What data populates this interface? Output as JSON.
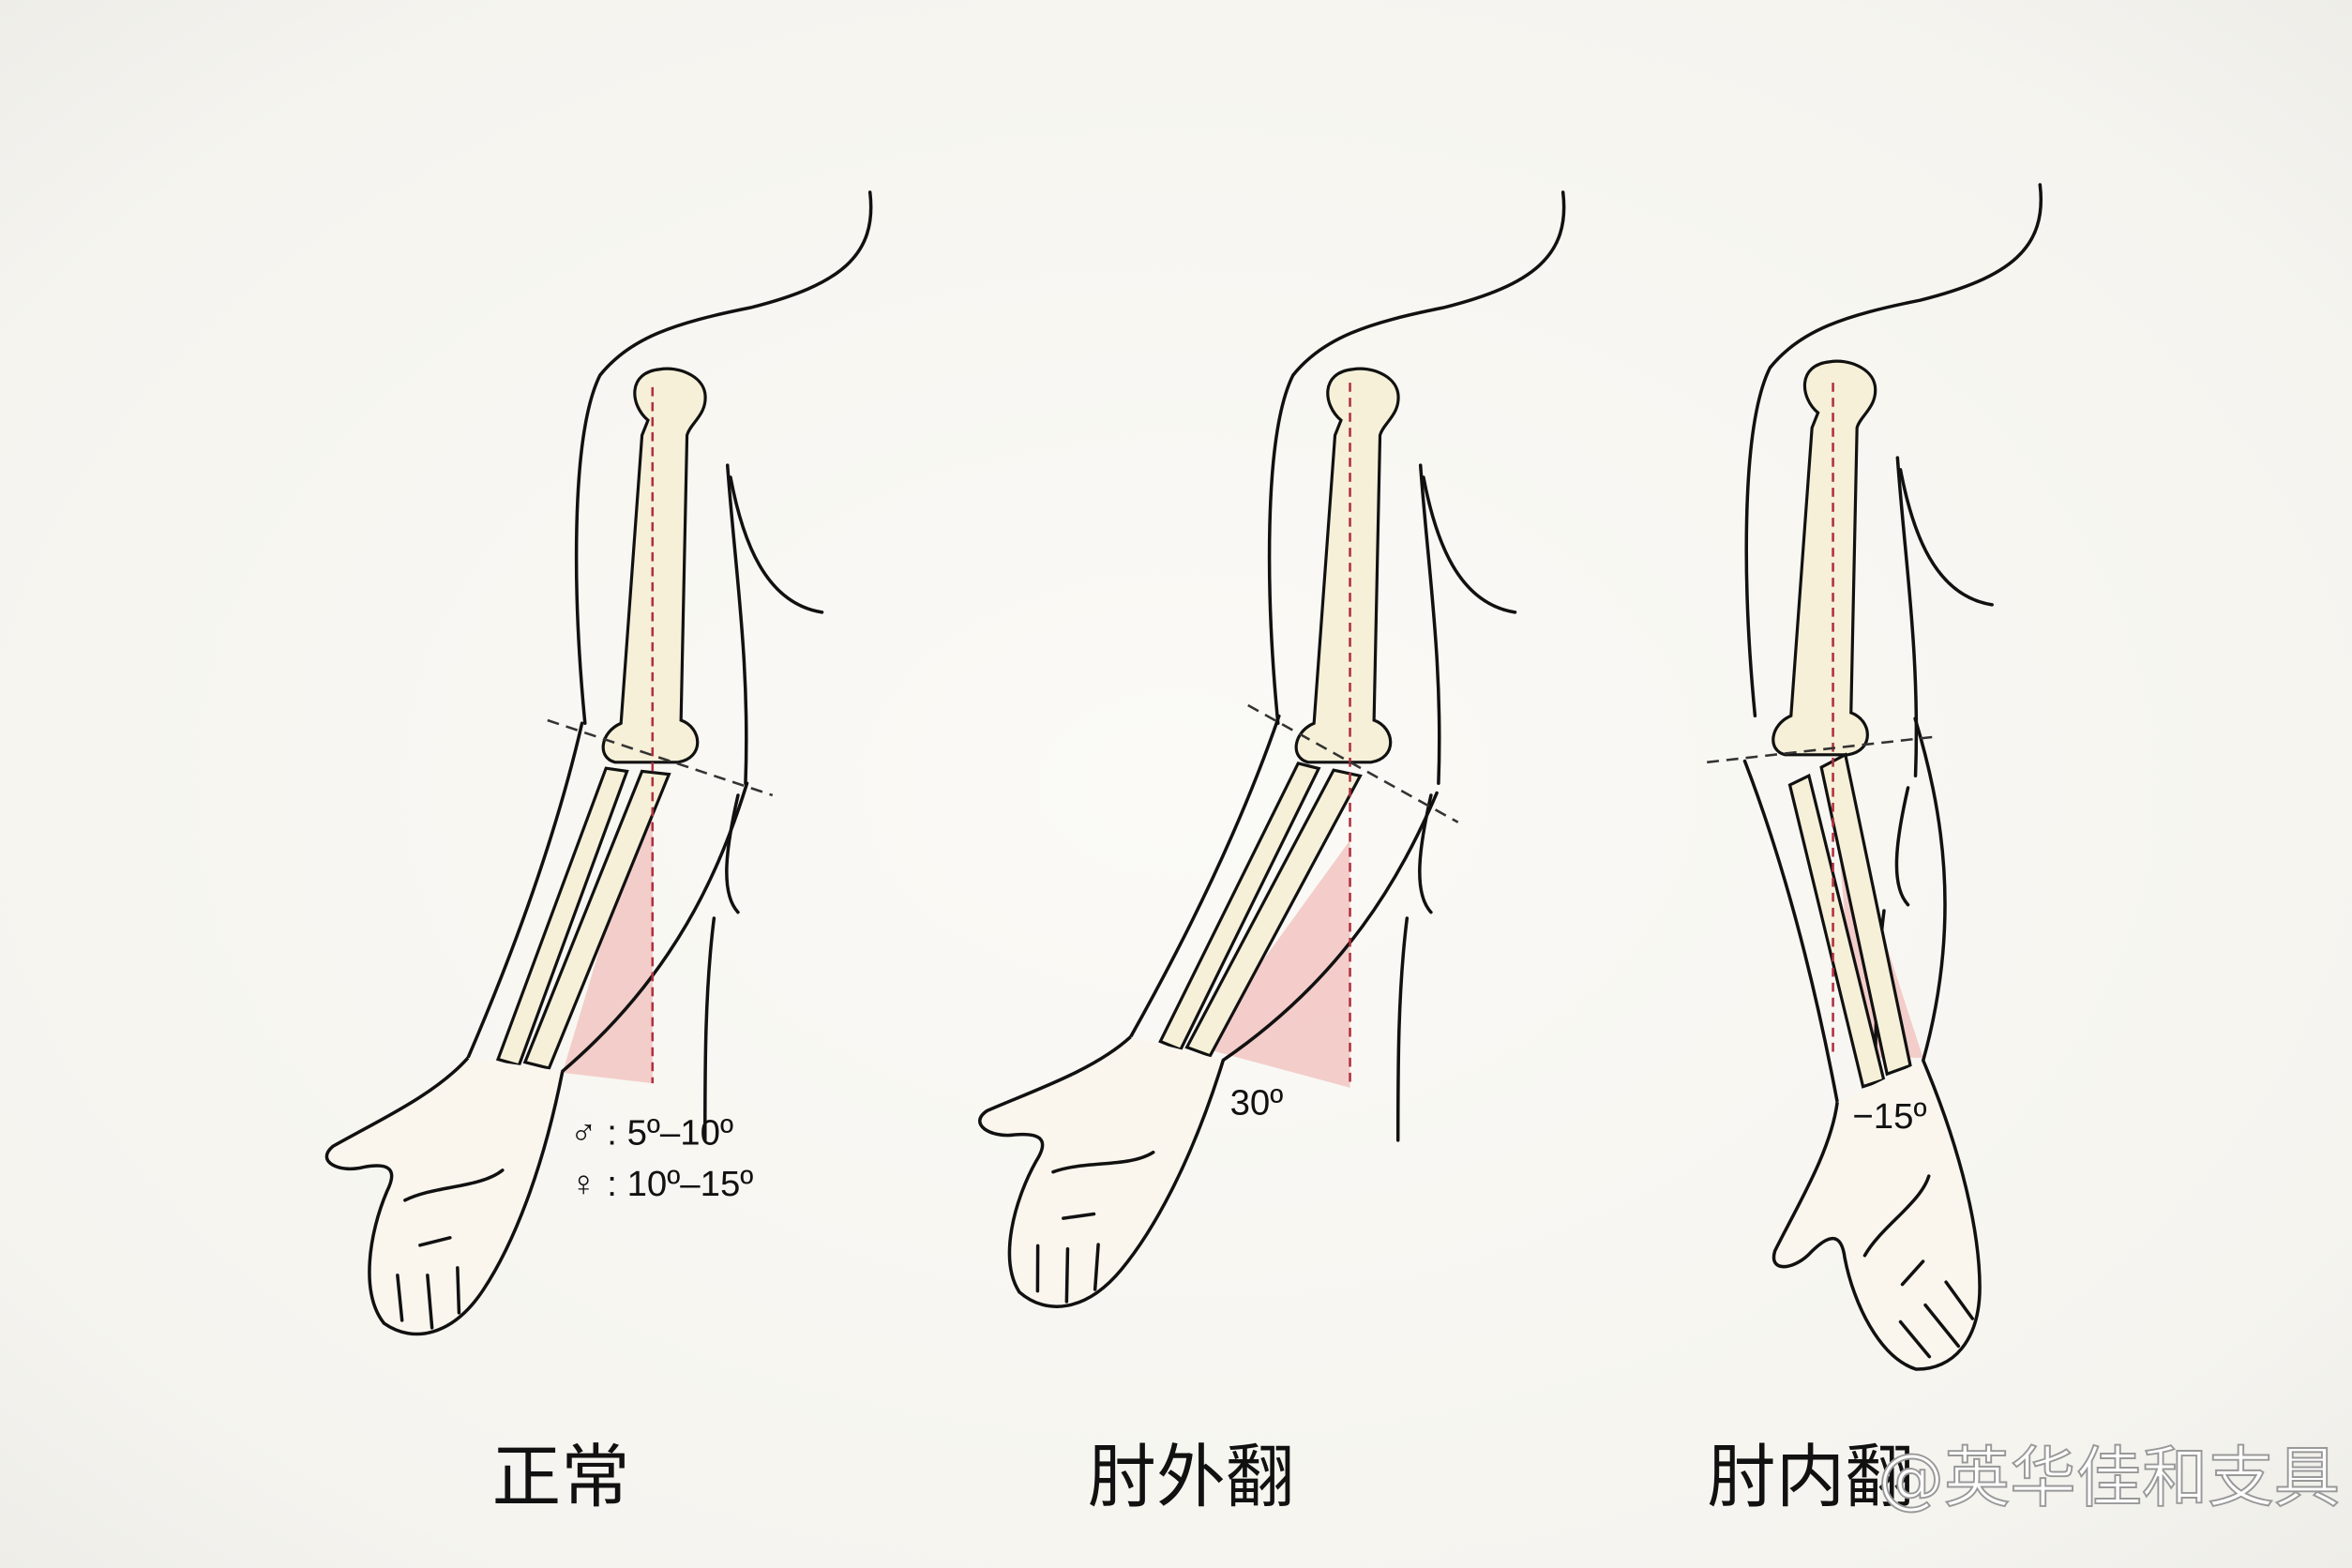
{
  "panels": [
    {
      "caption": "正常",
      "angle_lines": [
        "♂ : 5º–10º",
        "♀ : 10º–15º"
      ]
    },
    {
      "caption": "肘外翻",
      "angle_label": "30º"
    },
    {
      "caption": "肘内翻",
      "angle_label": "−15º"
    }
  ],
  "watermark": "@英华佳和支具",
  "colors": {
    "wedge": "#f2c6c2",
    "axis": "#b03040"
  }
}
